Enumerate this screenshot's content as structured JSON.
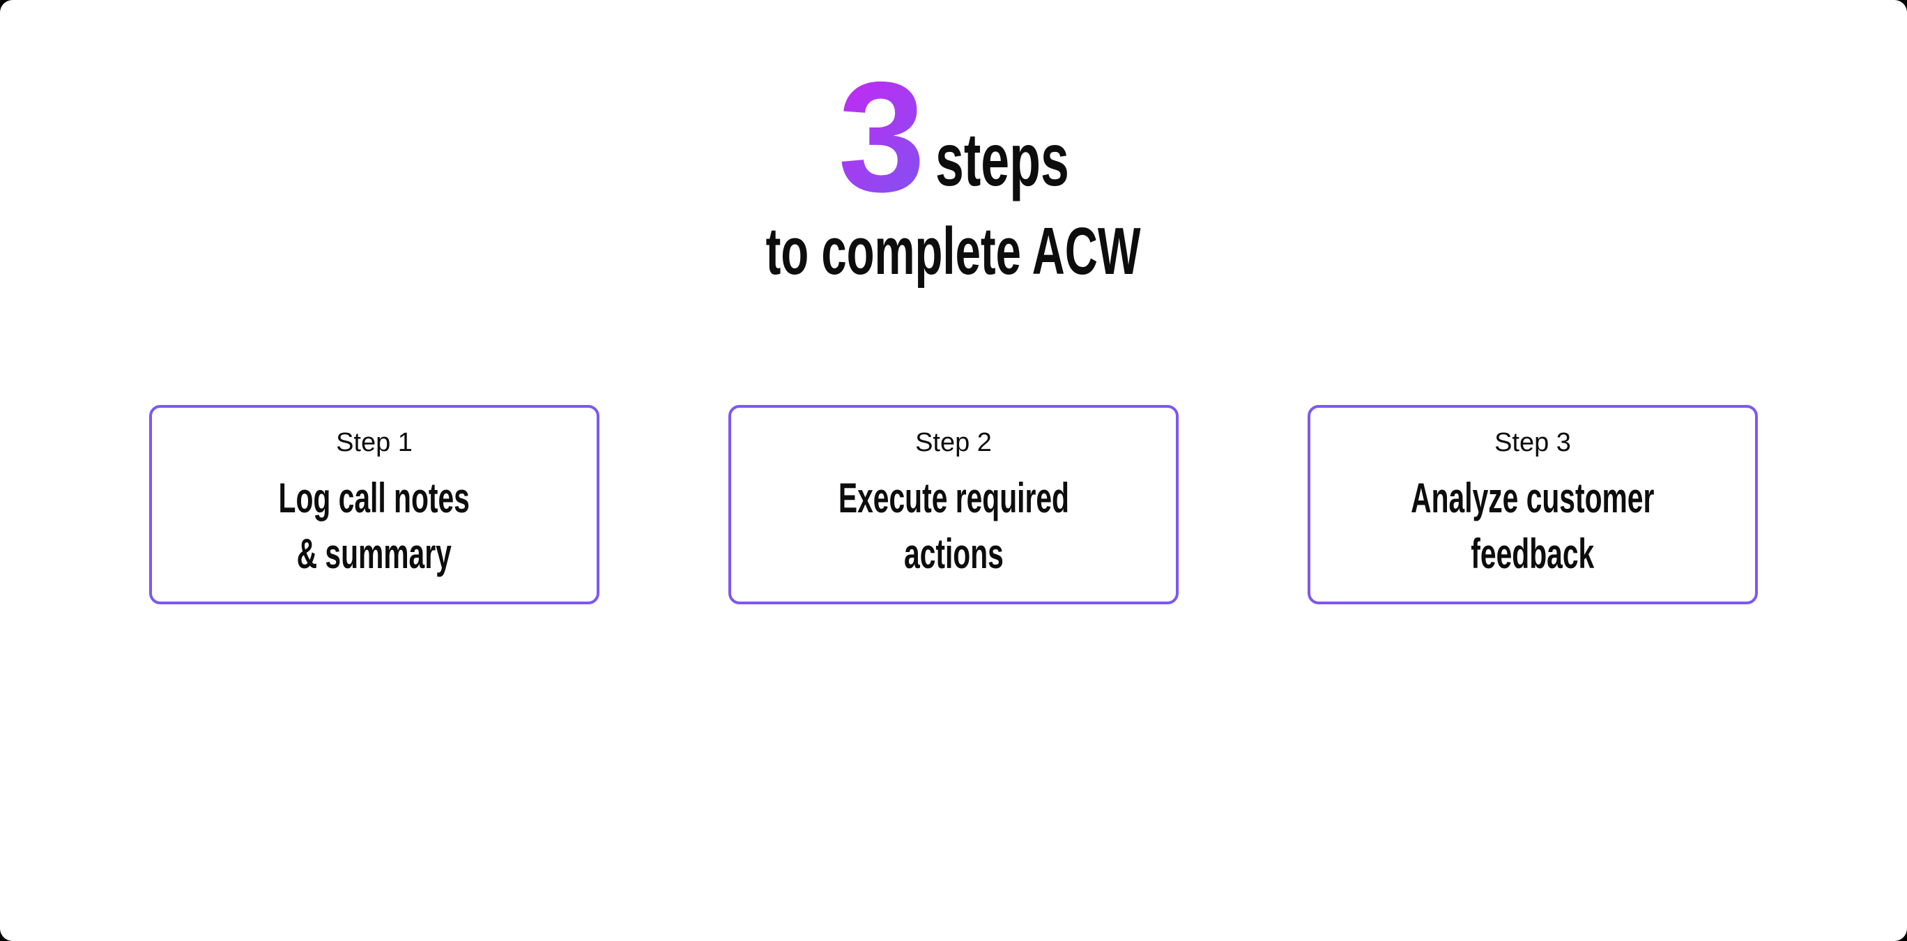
{
  "title": {
    "number": "3",
    "word": "steps",
    "line2": "to complete ACW"
  },
  "steps": [
    {
      "label": "Step 1",
      "description": "Log call notes\n& summary"
    },
    {
      "label": "Step 2",
      "description": "Execute required\nactions"
    },
    {
      "label": "Step 3",
      "description": "Analyze customer\nfeedback"
    }
  ],
  "colors": {
    "page_bg": "#000000",
    "canvas_bg": "#ffffff",
    "text": "#0d0d0d",
    "card_border": "#7c58f3",
    "gradient_start": "#c926f2",
    "gradient_end": "#7b55f0"
  }
}
